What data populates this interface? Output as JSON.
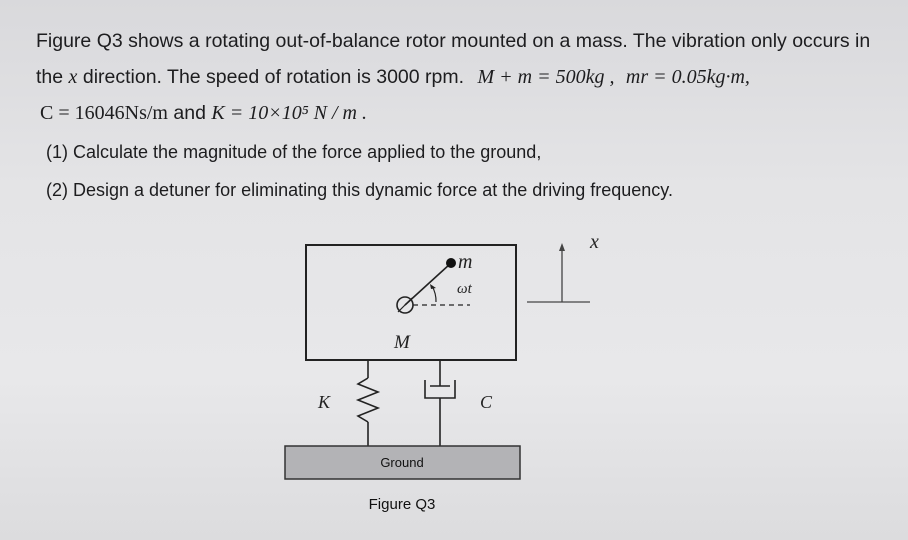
{
  "problem": {
    "line1": "Figure Q3 shows a rotating out-of-balance rotor mounted on a mass. The vibration only occurs in",
    "line2_prefix": "the",
    "line2_var": "x",
    "line2_text": "direction. The speed of rotation is 3000 rpm.",
    "line2_eq1": "M + m = 500kg ,",
    "line2_eq2": "mr = 0.05kg·m,",
    "line3_eq1": "C = 16046Ns/m",
    "line3_and": "and",
    "line3_eq2": "K = 10×10⁵ N / m .",
    "q1": "(1) Calculate the magnitude of the force applied to the ground,",
    "q2": "(2) Design a detuner for eliminating this dynamic force at the driving frequency."
  },
  "figure": {
    "label_m": "m",
    "label_omega_t": "ωt",
    "label_M": "M",
    "label_K": "K",
    "label_C": "C",
    "label_x": "x",
    "ground_label": "Ground",
    "caption": "Figure Q3"
  }
}
